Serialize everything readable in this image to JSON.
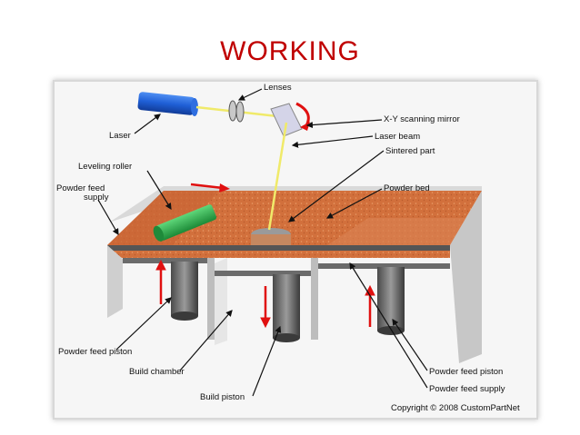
{
  "slide": {
    "title": "WORKING"
  },
  "diagram": {
    "labels": {
      "lenses": "Lenses",
      "laser": "Laser",
      "xy_mirror": "X-Y scanning mirror",
      "laser_beam": "Laser beam",
      "sintered_part": "Sintered part",
      "leveling_roller": "Leveling roller",
      "powder_feed_supply_left_1": "Powder feed",
      "powder_feed_supply_left_2": "supply",
      "powder_bed": "Powder bed",
      "powder_feed_piston_left": "Powder feed piston",
      "build_chamber": "Build chamber",
      "build_piston": "Build piston",
      "powder_feed_piston_right": "Powder feed piston",
      "powder_feed_supply_right": "Powder feed supply"
    },
    "copyright": "Copyright © 2008 CustomPartNet",
    "colors": {
      "powder": "#d2703c",
      "laser": "#1f5fd6",
      "roller": "#2aa84a",
      "beam": "#f0ea6a",
      "arrows": "#e01010",
      "title": "#c00000"
    }
  }
}
